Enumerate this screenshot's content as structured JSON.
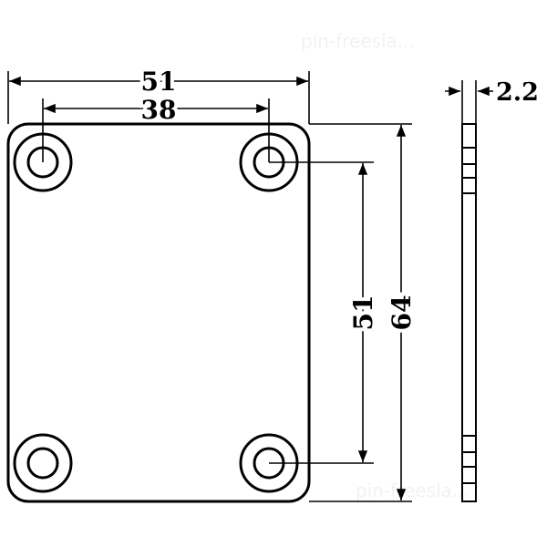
{
  "dimensions": {
    "overall_width": "51",
    "hole_spacing_horizontal": "38",
    "hole_spacing_vertical": "51",
    "overall_height": "64",
    "thickness": "2.2"
  },
  "watermark": "pin-freesla..."
}
